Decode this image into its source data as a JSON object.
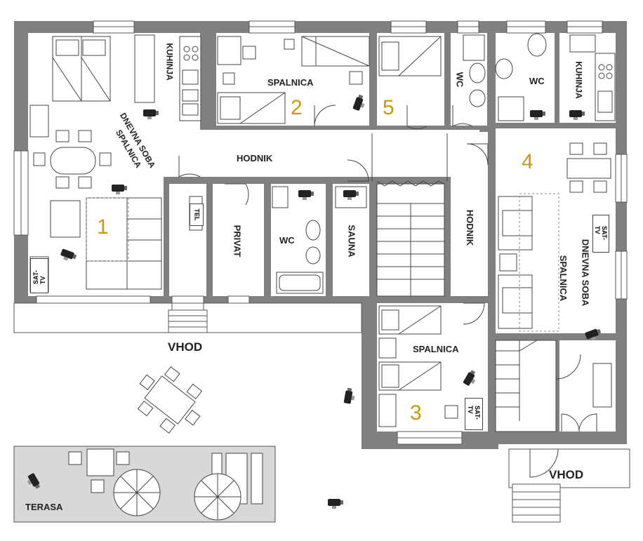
{
  "labels": {
    "kuhinja": "KUHINJA",
    "dnevna_soba": "DNEVNA SOBA",
    "spalnica_lower": "SPALNICA",
    "spalnica": "SPALNICA",
    "hodnik": "HODNIK",
    "tel": "TEL",
    "privat": "PRIVAT",
    "wc": "WC",
    "sauna": "SAUNA",
    "sat_tv": "SAT-TV",
    "vhod": "VHOD",
    "terasa": "TERASA"
  },
  "apartments": [
    "1",
    "2",
    "3",
    "4",
    "5"
  ],
  "icon": "camera-icon"
}
